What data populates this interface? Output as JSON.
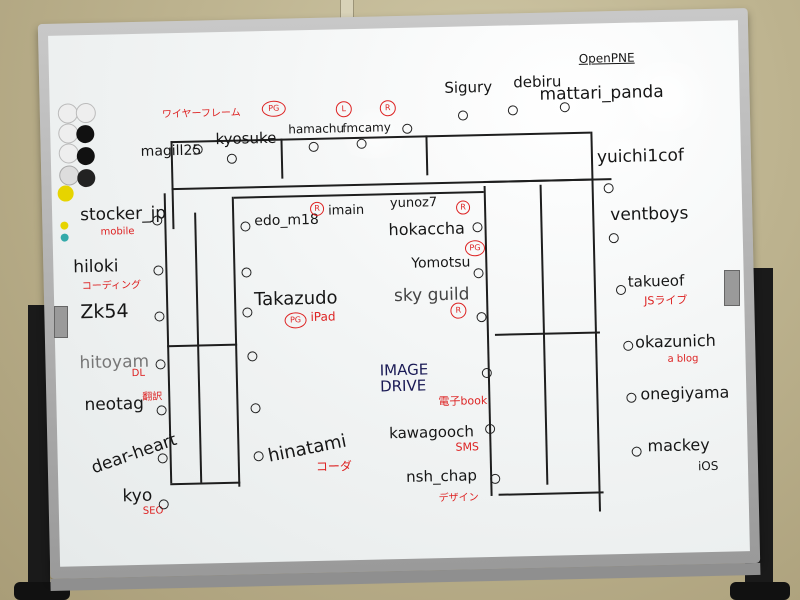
{
  "scene": {
    "board_color": "#f2f4f4",
    "marker_black": "#161616",
    "marker_red": "#d22222",
    "frame_color": "#b0b0b0",
    "wall_color": "#c8bf9c"
  },
  "board": {
    "top_row": {
      "names": [
        "magill25",
        "kyosuke",
        "hamachu",
        "fmcamy",
        "Sigury",
        "debiru",
        "OpenPNE",
        "mattari_panda"
      ],
      "red_notes": [
        "ワイヤーフレーム",
        "PG",
        "L",
        "R"
      ]
    },
    "left_column": [
      {
        "name": "stocker_jp",
        "note": "mobile"
      },
      {
        "name": "hiloki",
        "note": "コーディング"
      },
      {
        "name": "Zk54",
        "note": ""
      },
      {
        "name": "hitoyam",
        "note": "DL"
      },
      {
        "name": "neotag",
        "note": "翻訳"
      },
      {
        "name": "dear-heart",
        "note": ""
      },
      {
        "name": "kyo",
        "note": "SEO"
      }
    ],
    "inner_left": [
      {
        "name": "edo_m18",
        "note": "R"
      },
      {
        "name": "imain",
        "note": ""
      },
      {
        "name": "Takazudo",
        "note": "iPad"
      },
      {
        "name": "hinatami",
        "note": "コーダ"
      }
    ],
    "inner_right": [
      {
        "name": "yunoz7",
        "note": ""
      },
      {
        "name": "hokaccha",
        "note": "R"
      },
      {
        "name": "Yomotsu",
        "note": "PG"
      },
      {
        "name": "sky guild",
        "note": "R"
      },
      {
        "name": "IMAGE DRIVE",
        "note": "電子book"
      },
      {
        "name": "kawagooch",
        "note": "SMS"
      },
      {
        "name": "nsh_chap",
        "note": "デザイン"
      }
    ],
    "right_column": [
      {
        "name": "yuichi1cof",
        "note": ""
      },
      {
        "name": "ventboys",
        "note": ""
      },
      {
        "name": "takueof",
        "note": "JSライブ"
      },
      {
        "name": "okazunich",
        "note": "a blog"
      },
      {
        "name": "onegiyama",
        "note": ""
      },
      {
        "name": "mackey",
        "note": "iOS"
      }
    ],
    "pg_badge": "PG"
  }
}
